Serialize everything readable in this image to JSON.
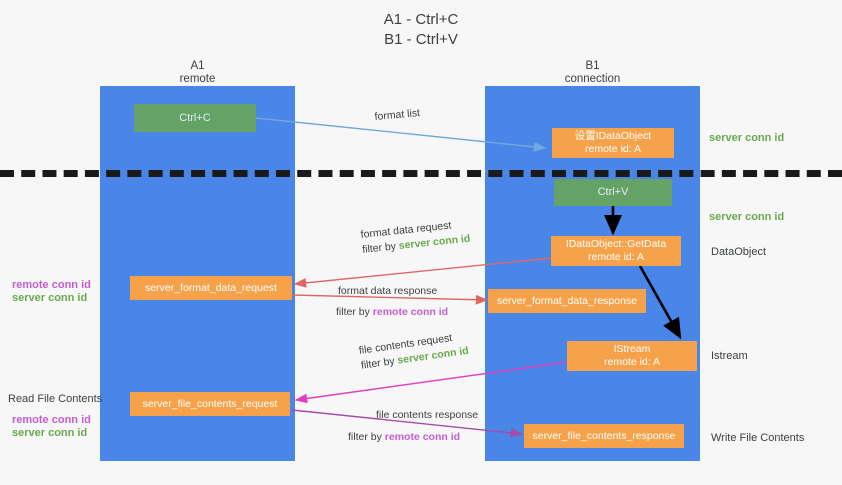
{
  "title": {
    "line1": "A1 - Ctrl+C",
    "line2": "B1 - Ctrl+V"
  },
  "lanes": [
    {
      "name": "A1",
      "subtitle": "remote"
    },
    {
      "name": "B1",
      "subtitle": "connection"
    }
  ],
  "colors": {
    "lane": "#4a86e8",
    "green_box": "#6aa84f",
    "orange_box": "#f6a24a",
    "server_conn_id": "#6aa84f",
    "remote_conn_id": "#c55ed0",
    "arrow_blue": "#6fa8dc",
    "arrow_red": "#e06666",
    "arrow_black": "#000000",
    "arrow_magenta": "#e040c0",
    "arrow_purple": "#a64ca6",
    "divider": "#1a1a1a",
    "background": "#f7f7f7",
    "text": "#3c4043"
  },
  "boxes": {
    "ctrl_c": {
      "line1": "Ctrl+C",
      "line2": ""
    },
    "ctrl_v": {
      "line1": "Ctrl+V",
      "line2": ""
    },
    "set_data_object": {
      "line1": "设置IDataObject",
      "line2": "remote id: A"
    },
    "get_data": {
      "line1": "IDataObject::GetData",
      "line2": "remote id: A"
    },
    "istream": {
      "line1": "IStream",
      "line2": "remote id: A"
    },
    "server_format_data_request": {
      "line1": "server_format_data_request",
      "line2": ""
    },
    "server_format_data_response": {
      "line1": "server_format_data_response",
      "line2": ""
    },
    "server_file_contents_request": {
      "line1": "server_file_contents_request",
      "line2": ""
    },
    "server_file_contents_response": {
      "line1": "server_file_contents_response",
      "line2": ""
    }
  },
  "annotations": {
    "format_list": "format list",
    "format_data_request": "format data request",
    "format_data_request_filter_prefix": "filter by ",
    "format_data_request_filter_value": "server conn id",
    "format_data_response": "format data response",
    "format_data_response_filter_prefix": "filter by ",
    "format_data_response_filter_value": "remote conn id",
    "file_contents_request": "file contents request",
    "file_contents_request_filter_prefix": "filter by ",
    "file_contents_request_filter_value": "server conn id",
    "file_contents_response": "file contents response",
    "file_contents_response_filter_prefix": "filter by ",
    "file_contents_response_filter_value": "remote conn id"
  },
  "right_labels": {
    "server_conn_id_top": "server conn id",
    "server_conn_id_mid": "server conn id",
    "data_object": "DataObject",
    "istream": "Istream",
    "write_file_contents": "Write File Contents"
  },
  "left_labels": {
    "remote_conn_id_1": "remote conn id",
    "server_conn_id_1": "server conn id",
    "read_file_contents": "Read File Contents",
    "remote_conn_id_2": "remote conn id",
    "server_conn_id_2": "server conn id"
  }
}
